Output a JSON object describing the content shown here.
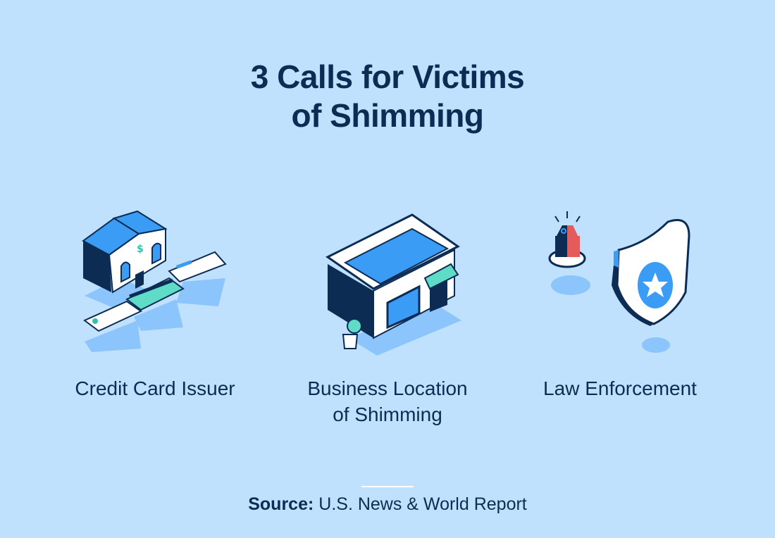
{
  "title": {
    "line1": "3 Calls for Victims",
    "line2": "of Shimming"
  },
  "items": [
    {
      "label_line1": "Credit Card Issuer",
      "label_line2": "",
      "icon": "bank-with-credit-cards-icon"
    },
    {
      "label_line1": "Business Location",
      "label_line2": "of Shimming",
      "icon": "storefront-icon"
    },
    {
      "label_line1": "Law Enforcement",
      "label_line2": "",
      "icon": "police-badge-siren-icon"
    }
  ],
  "source": {
    "label": "Source:",
    "value": "U.S. News & World Report"
  },
  "colors": {
    "background": "#c0e1fd",
    "navy": "#0c2c54",
    "blue": "#3a9cf5",
    "teal": "#5fdcc7",
    "red": "#e55a5a",
    "shadow": "#8cc5fb"
  }
}
